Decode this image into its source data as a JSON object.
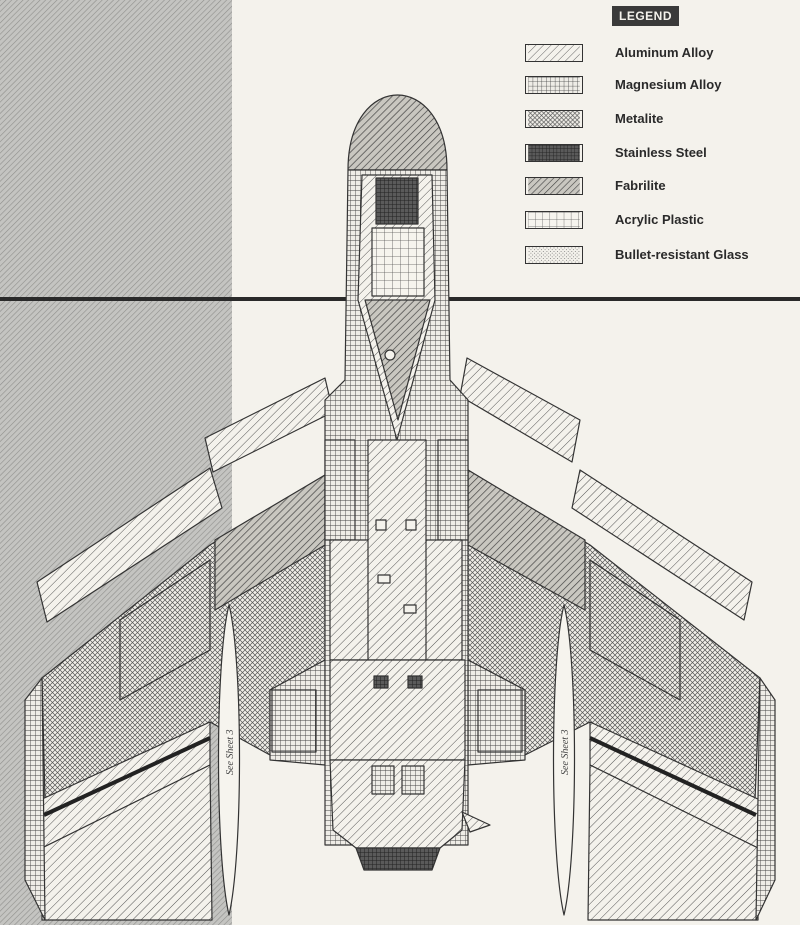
{
  "legend": {
    "title": "LEGEND",
    "items": [
      {
        "label": "Aluminum Alloy",
        "pattern": "aluminum"
      },
      {
        "label": "Magnesium Alloy",
        "pattern": "magnesium"
      },
      {
        "label": "Metalite",
        "pattern": "metalite"
      },
      {
        "label": "Stainless Steel",
        "pattern": "steel"
      },
      {
        "label": "Fabrilite",
        "pattern": "fabrilite"
      },
      {
        "label": "Acrylic Plastic",
        "pattern": "acrylic"
      },
      {
        "label": "Bullet-resistant Glass",
        "pattern": "glass"
      }
    ]
  },
  "tank_note_left": "See Sheet 3",
  "tank_note_right": "See Sheet 3",
  "colors": {
    "ink": "#333333",
    "paper": "#f4f2ec",
    "shade": "#b9b9b6"
  }
}
